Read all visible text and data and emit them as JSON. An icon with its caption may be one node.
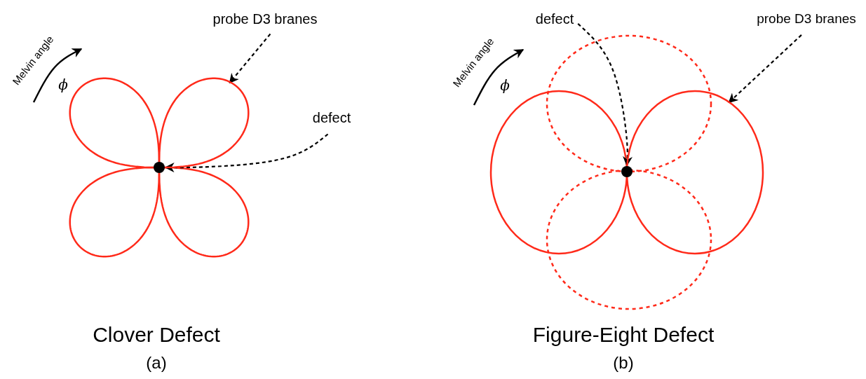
{
  "diagram": {
    "nodes": [
      {
        "text": [
          "probe D3 branes"
        ]
      },
      {
        "text": [],
        "shape": "loop"
      },
      {
        "text": [
          "defect"
        ]
      },
      {
        "text": [],
        "shape": "circle"
      },
      {
        "text": [
          "probe D3 branes"
        ]
      },
      {
        "text": [],
        "shape": "ellipse"
      },
      {
        "text": [
          "defect"
        ]
      },
      {
        "text": [],
        "shape": "circle"
      }
    ],
    "edges": [
      {
        "from": 0,
        "to": 1,
        "arrow": "to",
        "style": "dashed"
      },
      {
        "from": 2,
        "to": 3,
        "arrow": "to",
        "style": "dashed"
      },
      {
        "from": 4,
        "to": 5,
        "arrow": "to",
        "style": "dashed"
      },
      {
        "from": 6,
        "to": 7,
        "arrow": "to",
        "style": "dashed"
      }
    ],
    "labels": [
      "Melvin angle",
      "ϕ",
      "Clover Defect",
      "(a)",
      "Melvin angle",
      "ϕ",
      "Figure-Eight Defect",
      "(b)"
    ]
  }
}
